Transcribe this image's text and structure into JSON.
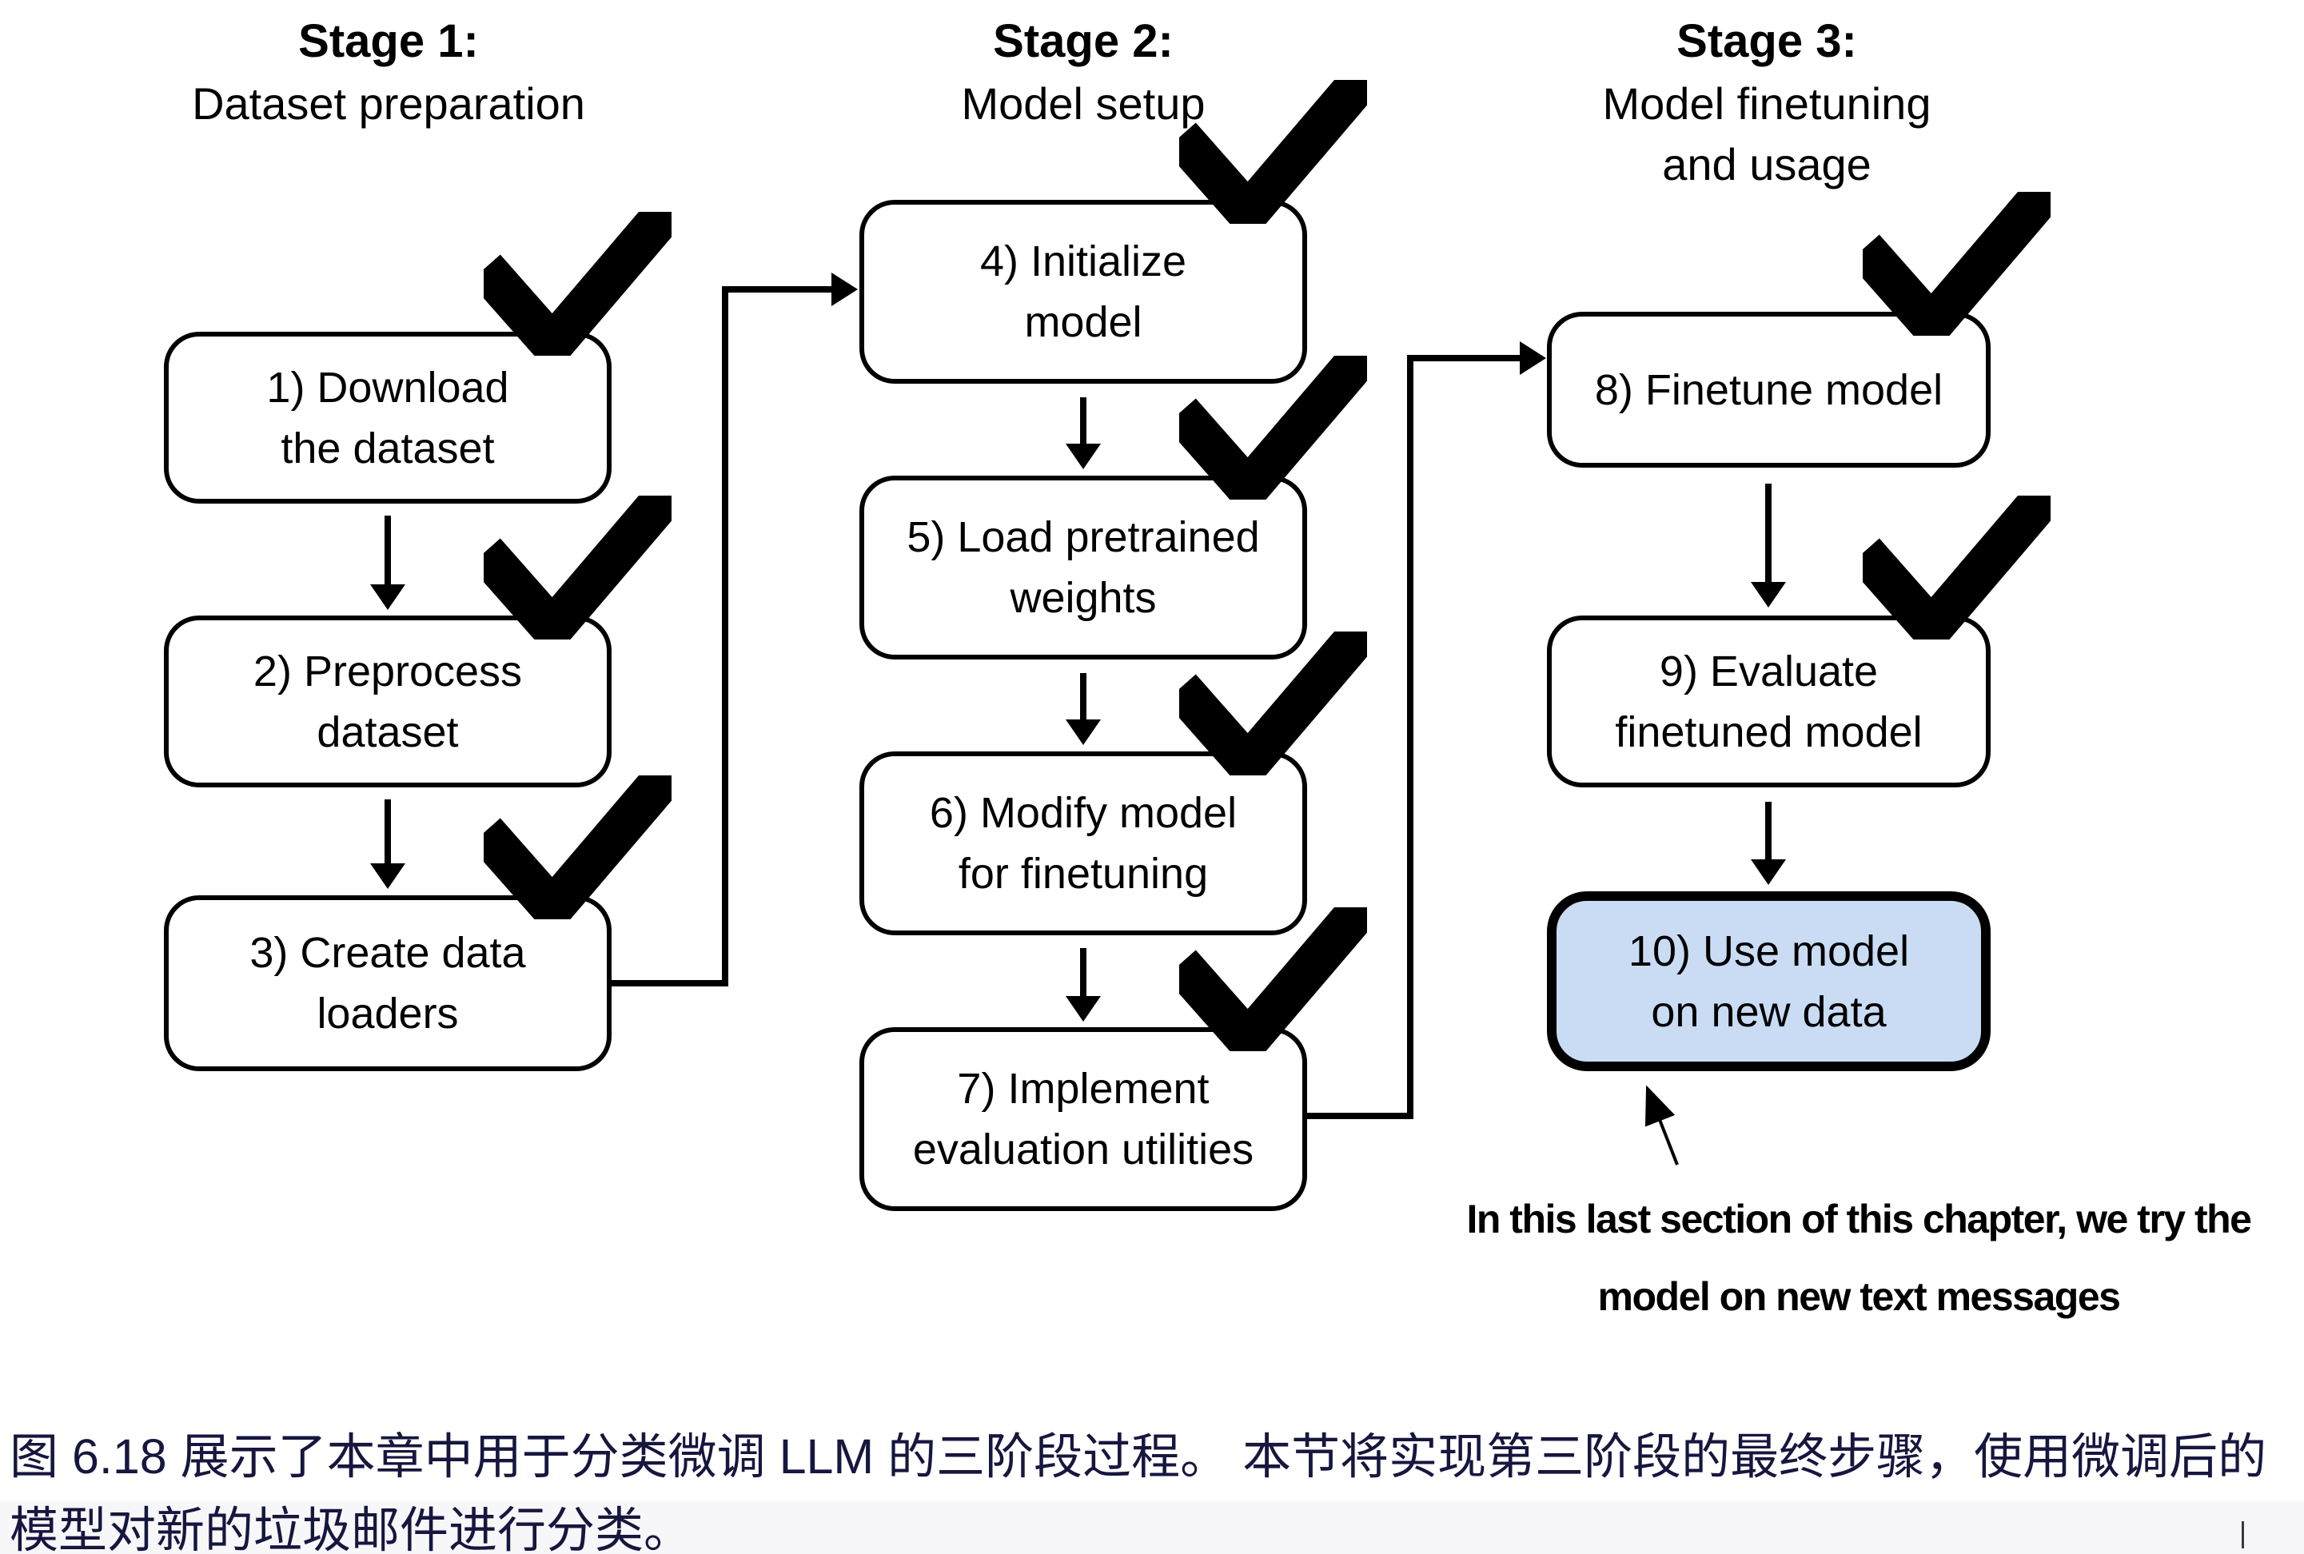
{
  "figure": {
    "stage1": {
      "title": "Stage 1:",
      "subtitle": "Dataset preparation"
    },
    "stage2": {
      "title": "Stage 2:",
      "subtitle": "Model setup"
    },
    "stage3": {
      "title": "Stage 3:",
      "subtitle": "Model finetuning\nand usage"
    },
    "boxes": {
      "b1": "1) Download\nthe dataset",
      "b2": "2) Preprocess\ndataset",
      "b3": "3) Create data\nloaders",
      "b4": "4) Initialize\nmodel",
      "b5": "5) Load pretrained\nweights",
      "b6": "6) Modify model\nfor finetuning",
      "b7": "7) Implement\nevaluation utilities",
      "b8": "8) Finetune model",
      "b9": "9) Evaluate\nfinetuned model",
      "b10": "10) Use model\non new data"
    },
    "annotation": "In this last section of this chapter, we try the\nmodel on new text messages",
    "highlight_color": "#c9dcf4",
    "line_color": "#000000"
  },
  "caption": {
    "line1": "图 6.18 展示了本章中用于分类微调 LLM 的三阶段过程。 本节将实现第三阶段的最终步骤，使用微调后的",
    "line2": "模型对新的垃圾邮件进行分类。",
    "color": "#16163f"
  }
}
